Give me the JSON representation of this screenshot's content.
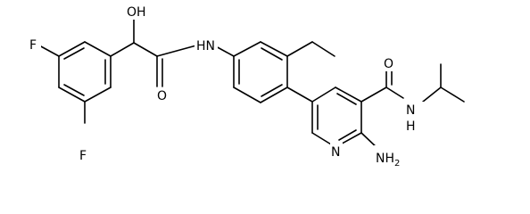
{
  "structure": {
    "line_color": "#000000",
    "background": "#ffffff",
    "atoms": [
      {
        "id": "F1",
        "label": "F"
      },
      {
        "id": "F2",
        "label": "F"
      },
      {
        "id": "OH",
        "label": "OH"
      },
      {
        "id": "O1",
        "label": "O"
      },
      {
        "id": "NH1",
        "label": "N",
        "suffix": "H"
      },
      {
        "id": "O2",
        "label": "O"
      },
      {
        "id": "NH2",
        "label": "N",
        "suffix": "H"
      },
      {
        "id": "Npy",
        "label": "N"
      },
      {
        "id": "NH2b",
        "label": "NH",
        "sub": "2"
      }
    ]
  }
}
